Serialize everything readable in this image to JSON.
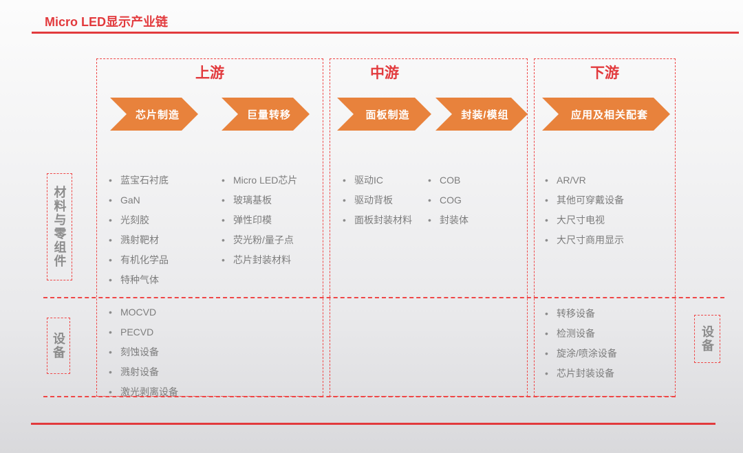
{
  "title": "Micro LED显示产业链",
  "colors": {
    "accent_red": "#e23a3d",
    "chevron_orange": "#e8823c",
    "body_gray": "#7d7d7d"
  },
  "columns": [
    {
      "header": "上游",
      "arrows": [
        "芯片制造",
        "巨量转移"
      ],
      "materials_lists": [
        [
          "蓝宝石衬底",
          "GaN",
          "光刻胶",
          "溅射靶材",
          "有机化学品",
          "特种气体"
        ],
        [
          "Micro LED芯片",
          "玻璃基板",
          "弹性印模",
          "荧光粉/量子点",
          "芯片封装材料"
        ]
      ],
      "equipment_list": [
        "MOCVD",
        "PECVD",
        "刻蚀设备",
        "溅射设备",
        "激光剥离设备"
      ]
    },
    {
      "header": "中游",
      "arrows": [
        "面板制造",
        "封装/模组"
      ],
      "materials_lists": [
        [
          "驱动IC",
          "驱动背板",
          "面板封装材料"
        ],
        [
          "COB",
          "COG",
          "封装体"
        ]
      ],
      "equipment_list": []
    },
    {
      "header": "下游",
      "arrows": [
        "应用及相关配套"
      ],
      "materials_lists": [
        [
          "AR/VR",
          "其他可穿戴设备",
          "大尺寸电视",
          "大尺寸商用显示"
        ]
      ],
      "equipment_list": [
        "转移设备",
        "检测设备",
        "旋涂/喷涂设备",
        "芯片封装设备"
      ]
    }
  ],
  "row_labels": {
    "materials": "材料与零组件",
    "equipment_left": "设备",
    "equipment_right": "设备"
  }
}
